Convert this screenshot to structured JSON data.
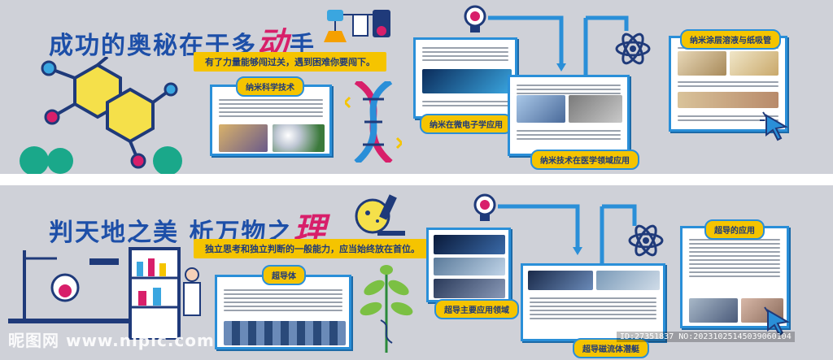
{
  "top": {
    "title_part1": "成功的奥秘在于多",
    "title_highlight": "动",
    "title_part2": "手",
    "slogan": "有了力量能够闯过关，遇到困难你要闯下。",
    "panels": {
      "nano_science": "纳米科学技术",
      "micro_electronics": "纳米在微电子学应用",
      "medical": "纳米技术在医学领域应用",
      "coating": "纳米涂层溶液与纸吸管"
    }
  },
  "bottom": {
    "title_part1": "判天地之美  析万物之",
    "title_highlight": "理",
    "slogan": "独立思考和独立判断的一般能力，应当始终放在首位。",
    "panels": {
      "superconductor": "超导体",
      "main_apps": "超导主要应用领域",
      "maglev": "超导磁流体潜艇",
      "apps": "超导的应用"
    }
  },
  "watermark": "昵图网 www.nipic.com",
  "meta": "ID:27351837 NO:20231025145039060104",
  "colors": {
    "title_blue": "#1d4fa8",
    "highlight": "#d81f6a",
    "frame": "#2a8fd8",
    "tab": "#f5c400",
    "wall": "#cfd1d8"
  }
}
